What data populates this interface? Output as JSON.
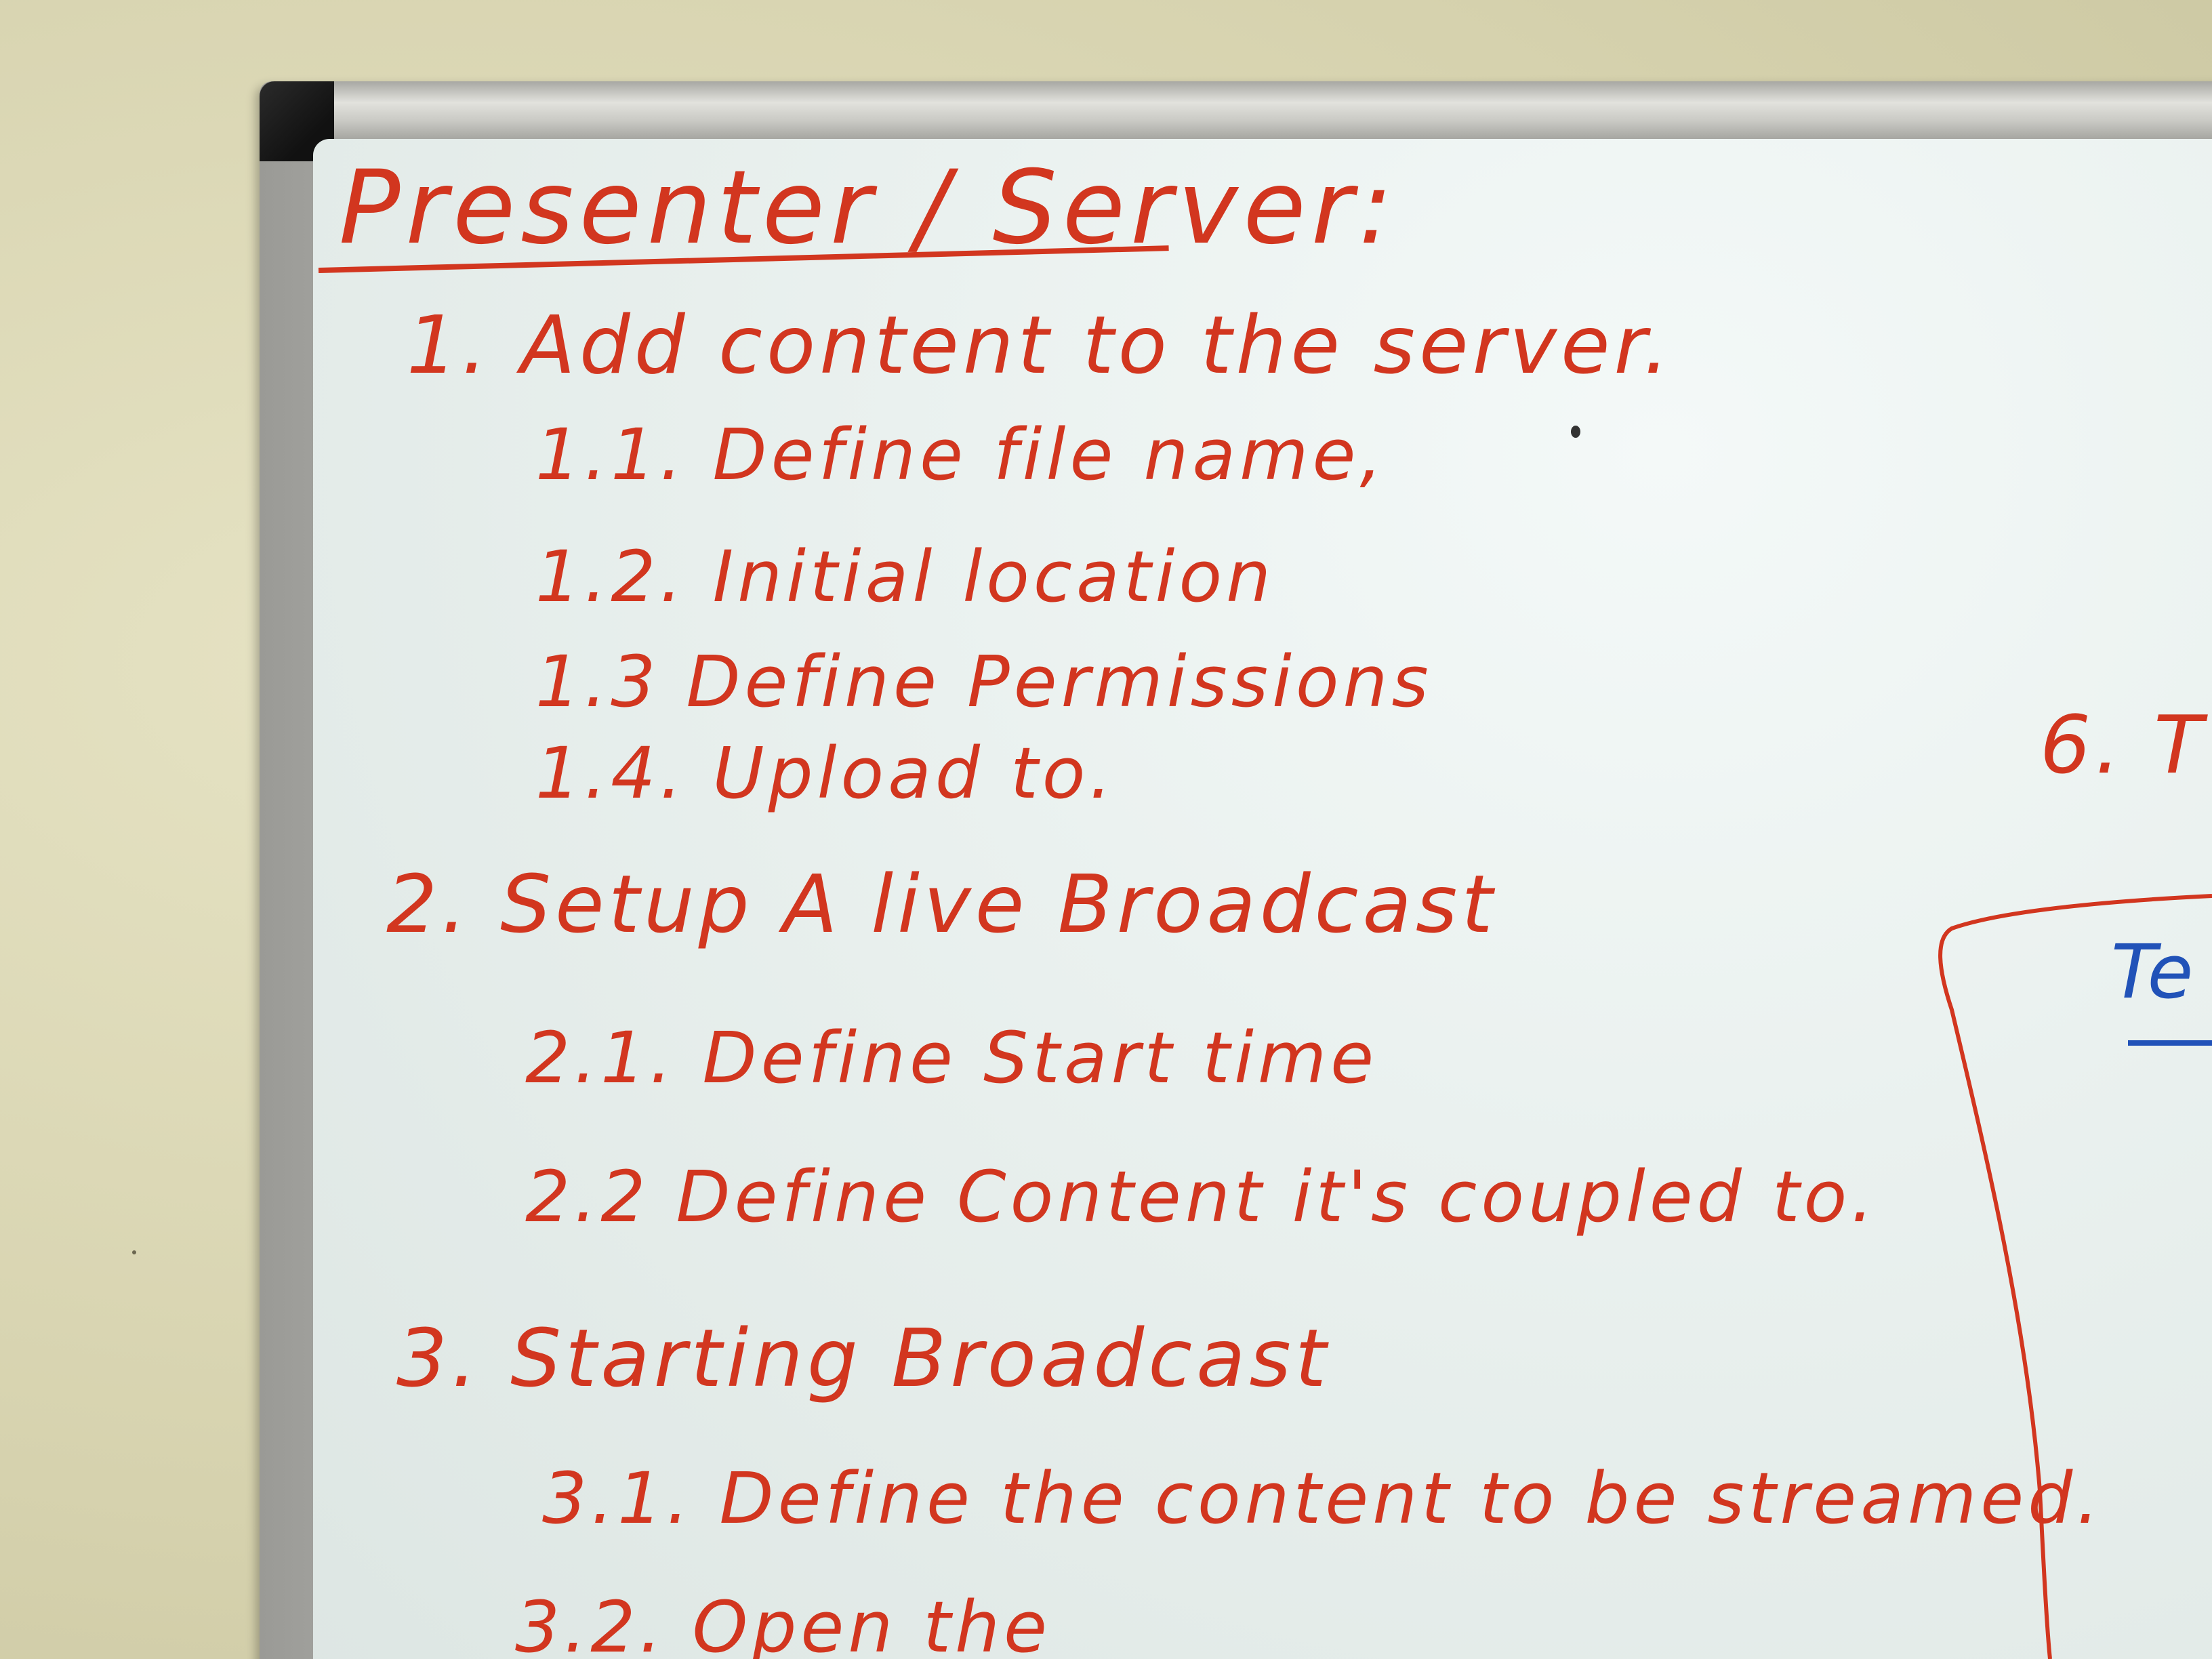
{
  "board": {
    "title": "Presenter / Server:",
    "items": [
      {
        "text": "1. Add content to the server."
      },
      {
        "text": "1.1. Define file name,"
      },
      {
        "text": "1.2. Initial location"
      },
      {
        "text": "1.3 Define Permissions"
      },
      {
        "text": "1.4. Upload to."
      },
      {
        "text": "2. Setup A live Broadcast"
      },
      {
        "text": "2.1. Define Start time"
      },
      {
        "text": "2.2 Define Content it's coupled to."
      },
      {
        "text": "3. Starting Broadcast"
      },
      {
        "text": "3.1. Define the content to be streamed."
      },
      {
        "text": "3.2. Open the"
      }
    ],
    "side_fragments": {
      "item6": "6. T",
      "boxed_blue": "Te"
    }
  },
  "colors": {
    "ink_red": "#d2361f",
    "ink_blue": "#2152b8",
    "board_white": "#eaf1ef",
    "wall": "#d9d6b4",
    "frame": "#b8b8b4"
  }
}
